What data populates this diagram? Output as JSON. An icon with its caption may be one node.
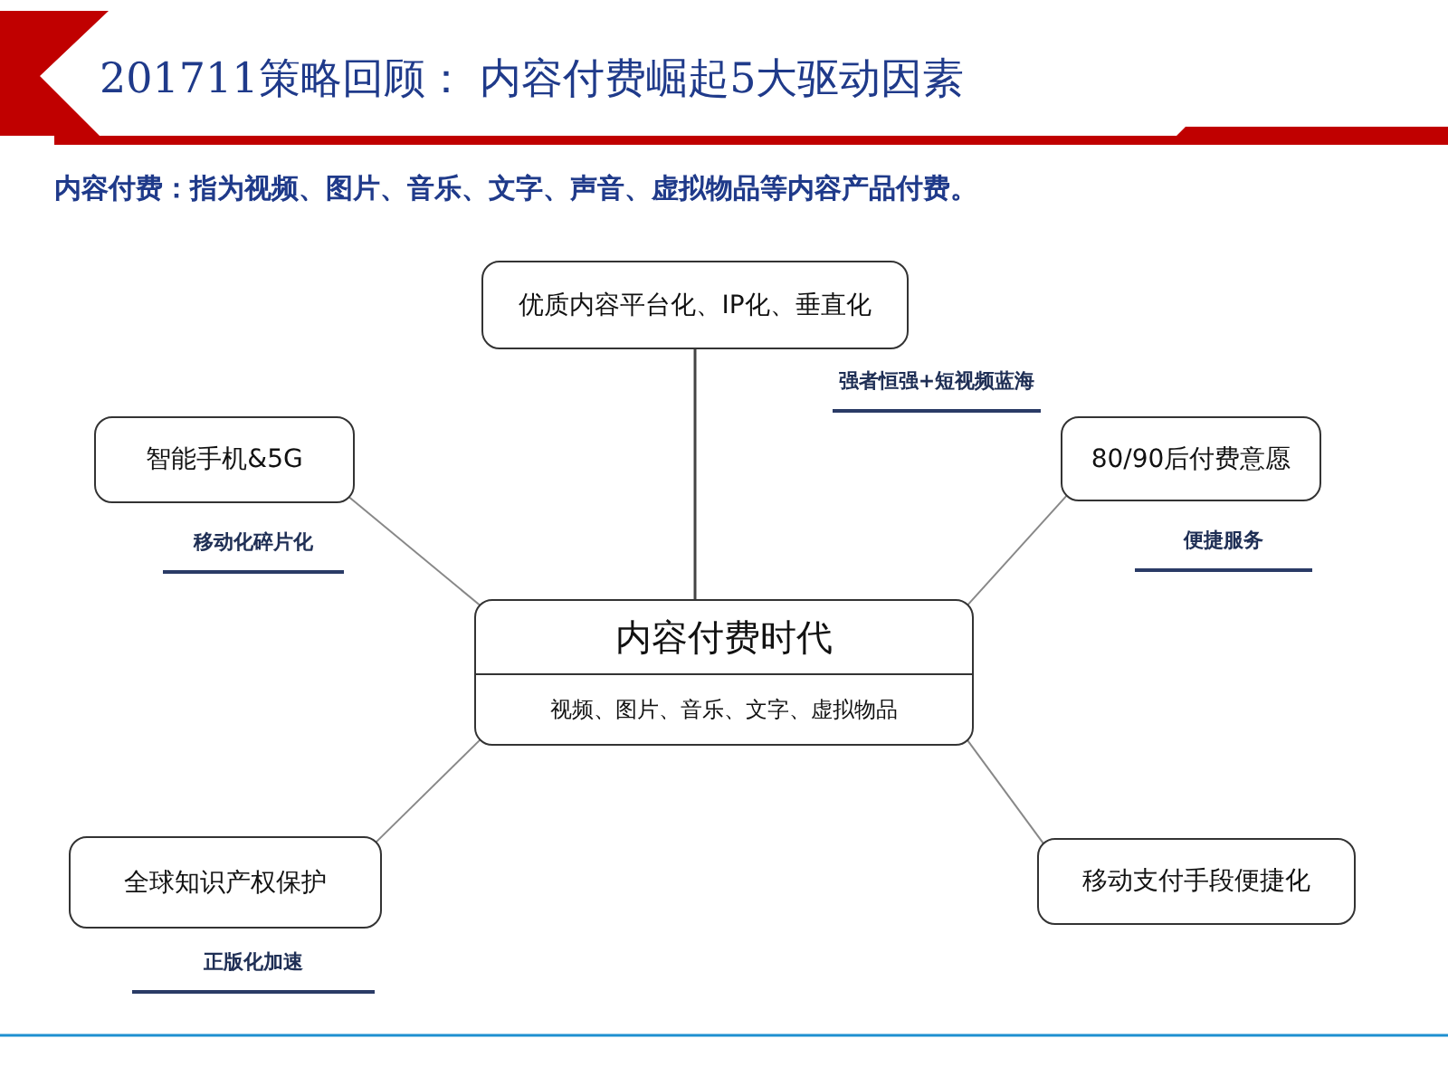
{
  "diagram": {
    "title": "201711策略回顾： 内容付费崛起5大驱动因素",
    "caption": "内容付费：指为视频、图片、音乐、文字、声音、虚拟物品等内容产品付费。",
    "nodes": [
      {
        "text": [
          "内容付费时代",
          "视频、图片、音乐、文字、虚拟物品"
        ]
      },
      {
        "text": [
          "优质内容平台化、IP化、垂直化"
        ],
        "beside": [
          "强者恒强+短视频蓝海"
        ]
      },
      {
        "text": [
          "智能手机&5G"
        ],
        "beside": [
          "移动化碎片化"
        ]
      },
      {
        "text": [
          "80/90后付费意愿"
        ],
        "beside": [
          "便捷服务"
        ]
      },
      {
        "text": [
          "全球知识产权保护"
        ],
        "beside": [
          "正版化加速"
        ]
      },
      {
        "text": [
          "移动支付手段便捷化"
        ]
      }
    ],
    "edges": [
      {
        "from": 0,
        "to": 1,
        "arrow": "none"
      },
      {
        "from": 0,
        "to": 2,
        "arrow": "none"
      },
      {
        "from": 0,
        "to": 3,
        "arrow": "none"
      },
      {
        "from": 0,
        "to": 4,
        "arrow": "none"
      },
      {
        "from": 0,
        "to": 5,
        "arrow": "none"
      }
    ]
  }
}
